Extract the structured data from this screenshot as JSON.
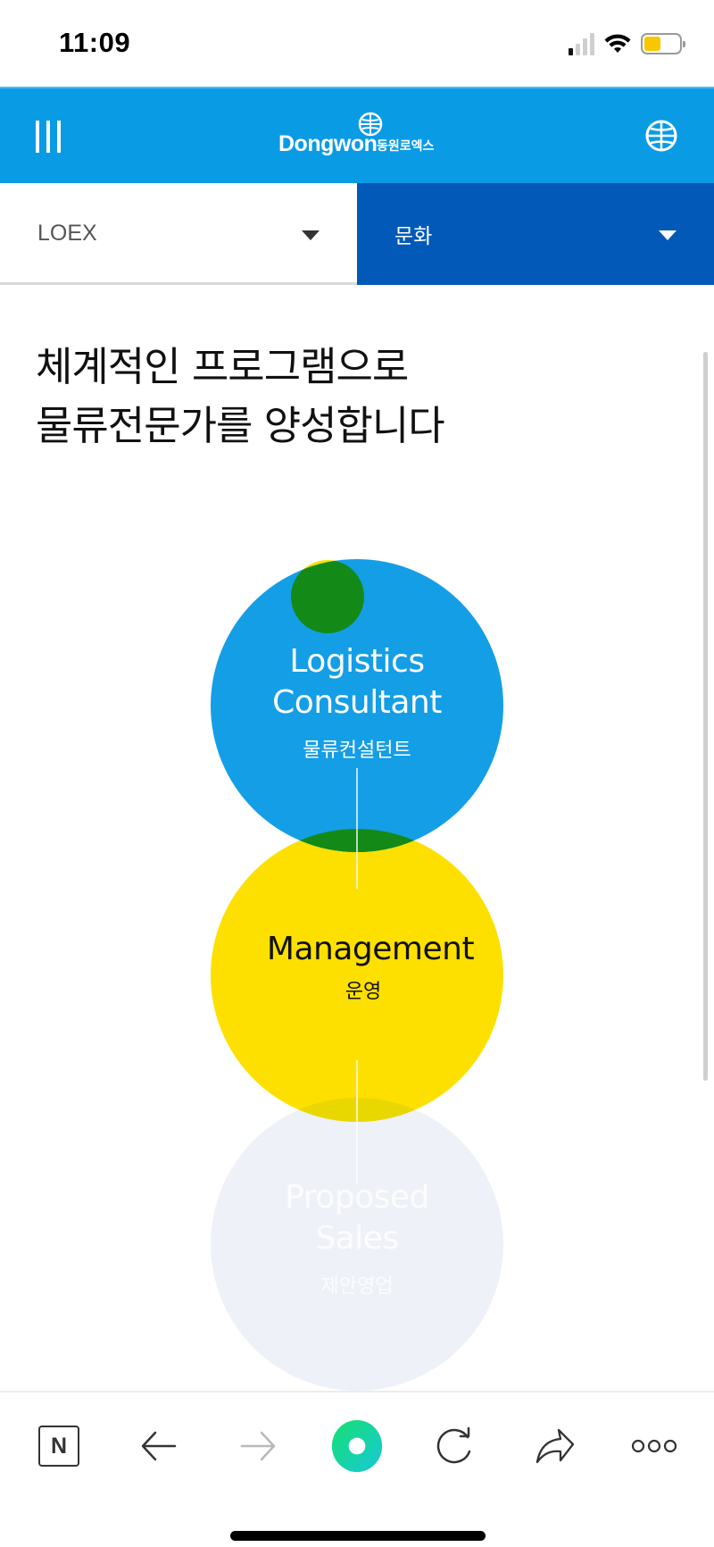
{
  "status_bar": {
    "time": "11:09",
    "signal_bars_active": 1,
    "signal_bars_total": 4,
    "battery_level_percent": 45,
    "battery_color": "#f8c700"
  },
  "header": {
    "menu_icon": "hamburger-icon",
    "logo_text": "Dongwon",
    "logo_korean": "동원로엑스",
    "language_icon": "globe-icon",
    "background_color": "#0a9be5"
  },
  "selectors": {
    "left": {
      "value": "LOEX",
      "icon": "caret-down-icon"
    },
    "right": {
      "value": "문화",
      "icon": "caret-down-icon",
      "background_color": "#0259b8"
    }
  },
  "main": {
    "heading_lines": [
      "체계적인 프로그램으로",
      "물류전문가를 양성합니다"
    ],
    "circles": [
      {
        "title_lines": [
          "Logistics",
          "Consultant"
        ],
        "subtitle": "물류컨설턴트",
        "color": "#149ee6"
      },
      {
        "title_lines": [
          "Management"
        ],
        "subtitle": "운영",
        "color": "#fde000"
      },
      {
        "title_lines": [
          "Proposed",
          "Sales"
        ],
        "subtitle": "제안영업",
        "color": "#eef1f8"
      }
    ],
    "overlap_color": "#138a17"
  },
  "toolbar": {
    "items": [
      {
        "name": "naver-n",
        "label": "N",
        "icon": "naver-n-icon"
      },
      {
        "name": "back",
        "icon": "arrow-left-icon"
      },
      {
        "name": "forward",
        "icon": "arrow-right-icon",
        "disabled": true
      },
      {
        "name": "home",
        "icon": "green-ring-icon"
      },
      {
        "name": "reload",
        "icon": "reload-icon"
      },
      {
        "name": "share",
        "icon": "share-icon"
      },
      {
        "name": "more",
        "icon": "more-icon"
      }
    ]
  }
}
